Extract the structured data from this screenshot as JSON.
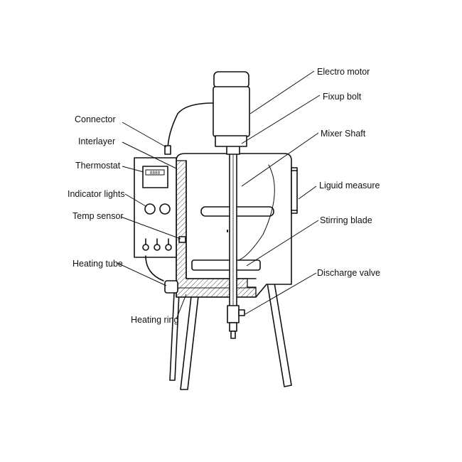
{
  "labels": {
    "electro_motor": "Electro motor",
    "fixup_bolt": "Fixup bolt",
    "mixer_shaft": "Mixer Shaft",
    "liquid_measure": "Liguid measure",
    "stirring_blade": "Stirring blade",
    "discharge_valve": "Discharge valve",
    "connector": "Connector",
    "interlayer": "Interlayer",
    "thermostat": "Thermostat",
    "indicator_lights": "Indicator lights",
    "temp_sensor": "Temp sensor",
    "heating_tube": "Heating tube",
    "heating_ring": "Heating ring"
  },
  "thermostat_display": "8888"
}
